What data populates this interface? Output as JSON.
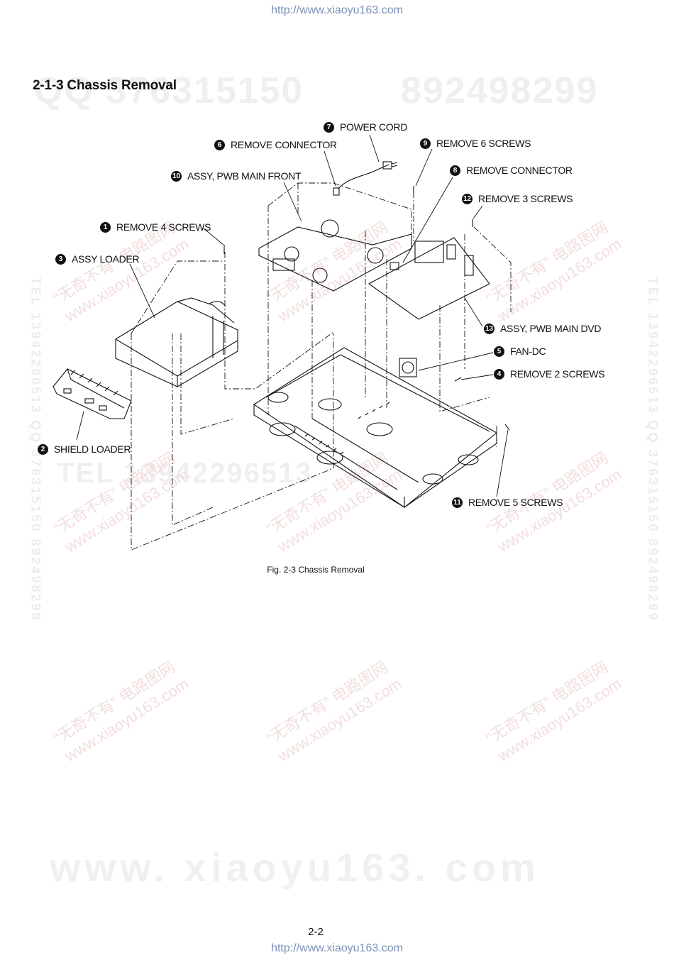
{
  "header": {
    "url": "http://www.xiaoyu163.com"
  },
  "footer": {
    "url": "http://www.xiaoyu163.com",
    "page_number": "2-2"
  },
  "section_title": "2-1-3 Chassis Removal",
  "figure_caption": "Fig. 2-3 Chassis Removal",
  "watermarks": {
    "numbers_left": "QQ 376315150",
    "numbers_right": "892498299",
    "big": "www. xiaoyu163. com",
    "mid_left": "TEL 13942296513",
    "side": "TEL 13942296513   QQ 376315150   892498299",
    "diag_cn": "“无奇不有” 电路图网",
    "diag_url": "www.xiaoyu163.com"
  },
  "callouts": [
    {
      "num": "7",
      "label": "POWER CORD"
    },
    {
      "num": "6",
      "label": "REMOVE CONNECTOR"
    },
    {
      "num": "9",
      "label": "REMOVE 6 SCREWS"
    },
    {
      "num": "8",
      "label": "REMOVE CONNECTOR"
    },
    {
      "num": "10",
      "label": "ASSY, PWB MAIN FRONT"
    },
    {
      "num": "12",
      "label": "REMOVE 3 SCREWS"
    },
    {
      "num": "1",
      "label": "REMOVE 4 SCREWS"
    },
    {
      "num": "3",
      "label": "ASSY LOADER"
    },
    {
      "num": "13",
      "label": "ASSY, PWB MAIN DVD"
    },
    {
      "num": "5",
      "label": "FAN-DC"
    },
    {
      "num": "4",
      "label": "REMOVE 2 SCREWS"
    },
    {
      "num": "2",
      "label": "SHIELD LOADER"
    },
    {
      "num": "11",
      "label": "REMOVE 5 SCREWS"
    }
  ]
}
